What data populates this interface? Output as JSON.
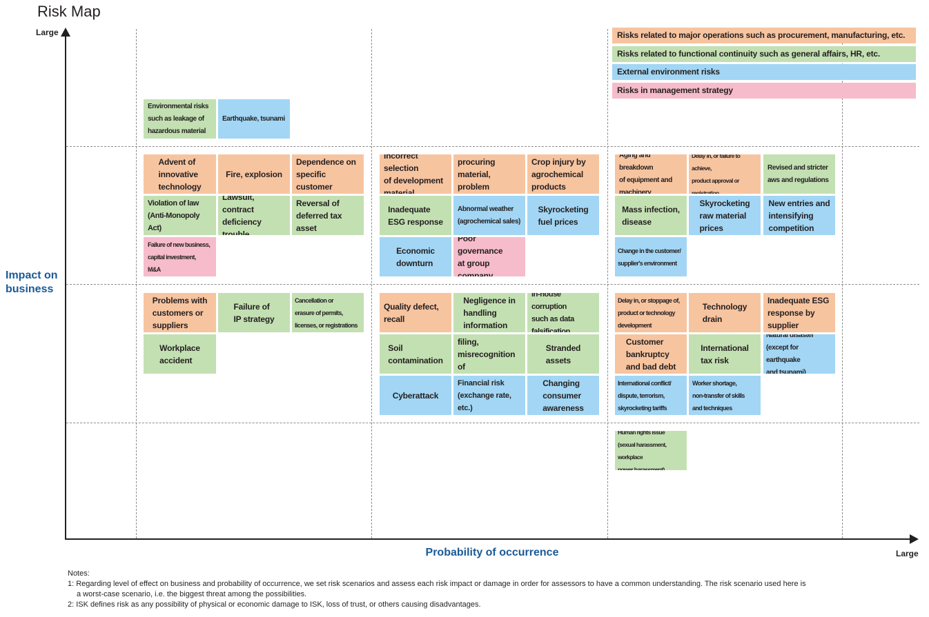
{
  "title": "Risk Map",
  "axes": {
    "y_label": "Impact on\nbusiness",
    "y_large": "Large",
    "x_label": "Probability of occurrence",
    "x_large": "Large"
  },
  "legend": [
    {
      "label": "Risks related to major operations such as procurement, manufacturing, etc.",
      "color": "#f7c4a0"
    },
    {
      "label": "Risks related to functional continuity such as general affairs, HR, etc.",
      "color": "#c3e0b2"
    },
    {
      "label": "External environment risks",
      "color": "#a2d6f4"
    },
    {
      "label": "Risks in management strategy",
      "color": "#f6bccb"
    }
  ],
  "risks": {
    "r0_env": "Environmental risks\nsuch as leakage of\nhazardous material",
    "r0_quake": "Earthquake, tsunami",
    "a_advent": "Advent of\ninnovative\ntechnology",
    "a_fire": "Fire, explosion",
    "a_dependence": "Dependence on\nspecific\ncustomer",
    "a_violation": "Violation of law\n(Anti-Monopoly Act)",
    "a_lawsuit": "Lawsuit,\ncontract\ndeficiency trouble",
    "a_reversal": "Reversal of\ndeferred tax\nasset",
    "a_failure_biz": "Failure of new business,\ncapital investment,\nM&A",
    "b_incorrect": "Incorrect selection\nof development\nmaterial",
    "b_difficulty": "Difficulty procuring\nmaterial, problem\nat supplier",
    "b_crop": "Crop injury by\nagrochemical\nproducts",
    "b_esg": "Inadequate\nESG response",
    "b_weather": "Abnormal weather\n(agrochemical sales)",
    "b_fuel": "Skyrocketing\nfuel prices",
    "b_downturn": "Economic\ndownturn",
    "b_governance": "Poor governance\nat group company",
    "c_aging": "Aging and breakdown\nof equipment and\nmachinery",
    "c_delay_approval": "Delay in, or failure to achieve,\nproduct approval or\nregistration",
    "c_revised": "Revised and stricter\naws and regulations",
    "c_infection": "Mass infection,\ndisease",
    "c_raw": "Skyrocketing\nraw material\nprices",
    "c_entries": "New entries and\nintensifying\ncompetition",
    "c_customer_env": "Change in the customer/\nsupplier's environment",
    "d_problems": "Problems with\ncustomers or\nsuppliers",
    "d_ip": "Failure of\nIP strategy",
    "d_cancel": "Cancellation or\nerasure of permits,\nlicenses, or registrations",
    "d_workplace": "Workplace\naccident",
    "e_quality": "Quality defect,\nrecall",
    "e_negligence": "Negligence in\nhandling\ninformation",
    "e_corruption": "In-house corruption\nsuch as data\nfalsification",
    "e_soil": "Soil\ncontamination",
    "e_tax": "Missing tax filing,\nmisrecognition of\ntax law",
    "e_stranded": "Stranded\nassets",
    "e_cyber": "Cyberattack",
    "e_financial": "Financial risk\n(exchange rate, etc.)",
    "e_consumer": "Changing\nconsumer\nawareness",
    "f_delay_dev": "Delay in, or stoppage of,\nproduct or technology\ndevelopment",
    "f_drain": "Technology\ndrain",
    "f_esg_supplier": "Inadequate ESG\nresponse by\nsupplier",
    "f_bankruptcy": "Customer\nbankruptcy\nand bad debt",
    "f_intl_tax": "International\ntax risk",
    "f_natural": "Natural disaster\n(except for earthquake\nand tsunami)",
    "f_conflict": "International conflict/\ndispute, terrorism,\nskyrocketing tariffs",
    "f_worker": "Worker shortage,\nnon-transfer of skills\nand techniques",
    "g_human": "Human rights issue\n(sexual harassment, workplace\npower harassment)"
  },
  "notes": {
    "heading": "Notes:",
    "n1a": "1: Regarding level of effect on business and probability of occurrence, we set risk scenarios and assess each risk impact or damage in order for assessors to have a common understanding. The risk scenario used here is",
    "n1b": "a worst-case scenario, i.e. the biggest threat among the possibilities.",
    "n2": "2: ISK defines risk as any possibility of physical or economic damage to ISK, loss of trust, or others causing disadvantages."
  }
}
